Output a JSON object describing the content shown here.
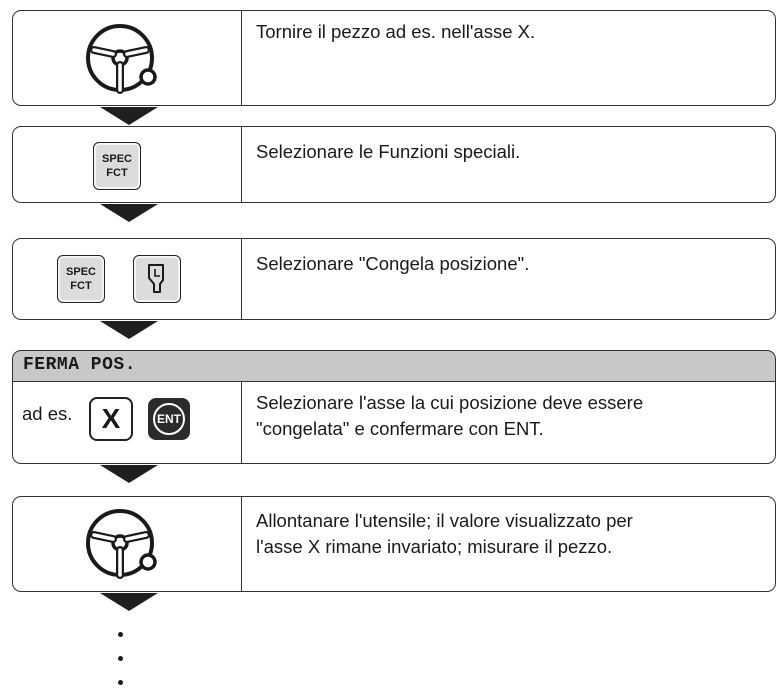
{
  "steps": [
    {
      "text": "Tornire il pezzo ad es. nell'asse X."
    },
    {
      "key_spec_line1": "SPEC",
      "key_spec_line2": "FCT",
      "text": "Selezionare le Funzioni speciali."
    },
    {
      "key_spec_line1": "SPEC",
      "key_spec_line2": "FCT",
      "text": "Selezionare \"Congela posizione\"."
    },
    {
      "display_header": "FERMA POS.",
      "prefix": "ad es.",
      "key_axis": "X",
      "key_ent": "ENT",
      "text_line1": "Selezionare l'asse la cui posizione deve essere",
      "text_line2": "\"congelata\" e confermare con ENT."
    },
    {
      "text_line1": "Allontanare l'utensile; il valore visualizzato per",
      "text_line2": "l'asse X rimane invariato; misurare il pezzo."
    }
  ],
  "icons": {
    "handwheel": "handwheel-icon",
    "freeze_key": "freeze-position-key-icon",
    "flow_arrow": "down-arrow-icon",
    "continuation": "ellipsis-dots"
  }
}
